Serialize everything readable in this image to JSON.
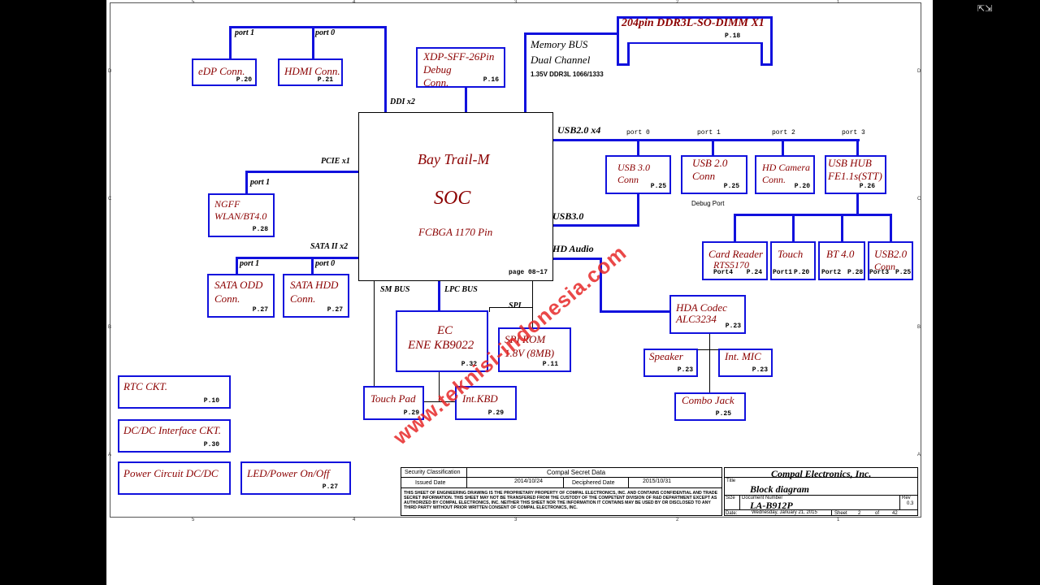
{
  "colors": {
    "wire": "#1111dd",
    "label": "#8b0000",
    "watermark": "#e62828",
    "frame": "#000000"
  },
  "grid": {
    "top": [
      "5",
      "4",
      "3",
      "2",
      "1"
    ],
    "bottom": [
      "5",
      "4",
      "3",
      "2",
      "1"
    ],
    "left": [
      "D",
      "C",
      "B",
      "A"
    ],
    "right": [
      "D",
      "C",
      "B",
      "A"
    ]
  },
  "viewer": {
    "fullscreen_icon": "fullscreen-toggle-icon"
  },
  "blocks": {
    "edp": {
      "name": "eDP Conn.",
      "page": "P.20"
    },
    "hdmi": {
      "name": "HDMI Conn.",
      "page": "P.21"
    },
    "xdp": {
      "name1": "XDP-SFF-26Pin",
      "name2": "Debug",
      "name3": "Conn.",
      "page": "P.16"
    },
    "dimm": {
      "name": "204pin DDR3L-SO-DIMM X1",
      "page": "P.18"
    },
    "soc": {
      "line1": "Bay Trail-M",
      "line2": "SOC",
      "line3": "FCBGA 1170 Pin",
      "page": "page 08~17"
    },
    "ngff": {
      "name1": "NGFF",
      "name2": "WLAN/BT4.0",
      "page": "P.28"
    },
    "usb30": {
      "name1": "USB 3.0",
      "name2": "Conn",
      "page": "P.25"
    },
    "usb20": {
      "name1": "USB 2.0",
      "name2": "Conn",
      "page": "P.25"
    },
    "hdcam": {
      "name1": "HD Camera",
      "name2": "Conn.",
      "page": "P.20"
    },
    "usbhub": {
      "name1": "USB HUB",
      "name2": "FE1.1s(STT)",
      "page": "P.26"
    },
    "cardreader": {
      "name1": "Card Reader",
      "name2": "RTS5170",
      "port": "Port4",
      "page": "P.24"
    },
    "touch": {
      "name": "Touch",
      "port": "Port1",
      "page": "P.20"
    },
    "bt": {
      "name": "BT 4.0",
      "port": "Port2",
      "page": "P.28"
    },
    "usb20b": {
      "name1": "USB2.0",
      "name2": "Conn",
      "port": "Port3",
      "page": "P.25"
    },
    "sataodd": {
      "name1": "SATA ODD",
      "name2": "Conn.",
      "page": "P.27"
    },
    "satahdd": {
      "name1": "SATA HDD",
      "name2": "Conn.",
      "page": "P.27"
    },
    "ec": {
      "name1": "EC",
      "name2": "ENE KB9022",
      "page": "P.32"
    },
    "spirom": {
      "name1": "SPI ROM",
      "name2": "1.8V (8MB)",
      "page": "P.11"
    },
    "hda": {
      "name1": "HDA Codec",
      "name2": "ALC3234",
      "page": "P.23"
    },
    "speaker": {
      "name": "Speaker",
      "page": "P.23"
    },
    "intmic": {
      "name": "Int. MIC",
      "page": "P.23"
    },
    "combojack": {
      "name": "Combo Jack",
      "page": "P.25"
    },
    "touchpad": {
      "name": "Touch Pad",
      "page": "P.29"
    },
    "intkbd": {
      "name": "Int.KBD",
      "page": "P.29"
    },
    "rtc": {
      "name": "RTC CKT.",
      "page": "P.10"
    },
    "dcdc": {
      "name": "DC/DC Interface CKT.",
      "page": "P.30"
    },
    "power": {
      "name": "Power Circuit DC/DC",
      "page": ""
    },
    "led": {
      "name": "LED/Power On/Off",
      "page": "P.27"
    }
  },
  "labels": {
    "port1_top": "port 1",
    "port0_top": "port 0",
    "ddi": "DDI x2",
    "membus1": "Memory BUS",
    "membus2": "Dual Channel",
    "membus3": "1.35V DDR3L 1066/1333",
    "usb2x4": "USB2.0 x4",
    "usbport0": "port 0",
    "usbport1": "port 1",
    "usbport2": "port 2",
    "usbport3": "port 3",
    "debugport": "Debug Port",
    "pcie": "PCIE x1",
    "pcie_port": "port 1",
    "usb30": "USB3.0",
    "hdaudio": "HD Audio",
    "sata": "SATA II x2",
    "sata_port1": "port 1",
    "sata_port0": "port 0",
    "smbus": "SM BUS",
    "lpcbus": "LPC BUS",
    "spi": "SPI"
  },
  "watermark": "www.teknisi-indonesia.com",
  "titleblock": {
    "security": "Security Classification",
    "secret": "Compal Secret Data",
    "issued": "Issued Date",
    "issued_val": "2014/10/24",
    "deciphered": "Deciphered Date",
    "deciphered_val": "2015/10/31",
    "company": "Compal Electronics, Inc.",
    "title_lbl": "Title",
    "title": "Block diagram",
    "size_lbl": "Size",
    "docnum_lbl": "Document Number",
    "docnum": "LA-B912P",
    "rev_lbl": "Rev",
    "rev": "0.3",
    "date_lbl": "Date:",
    "date": "Wednesday, January 21, 2015",
    "sheet_lbl": "Sheet",
    "sheet": "2",
    "of": "of",
    "total": "42",
    "notice": "THIS SHEET OF ENGINEERING DRAWING IS THE PROPRIETARY PROPERTY OF COMPAL ELECTRONICS, INC. AND CONTAINS CONFIDENTIAL AND TRADE SECRET INFORMATION. THIS SHEET MAY NOT BE TRANSFERED FROM THE CUSTODY OF THE COMPETENT DIVISION OF R&D DEPARTMENT EXCEPT AS AUTHORIZED BY COMPAL ELECTRONICS, INC. NEITHER THIS SHEET NOR THE INFORMATION IT CONTAINS MAY BE USED BY OR DISCLOSED TO ANY THIRD PARTY WITHOUT PRIOR WRITTEN CONSENT OF COMPAL ELECTRONICS, INC."
  }
}
